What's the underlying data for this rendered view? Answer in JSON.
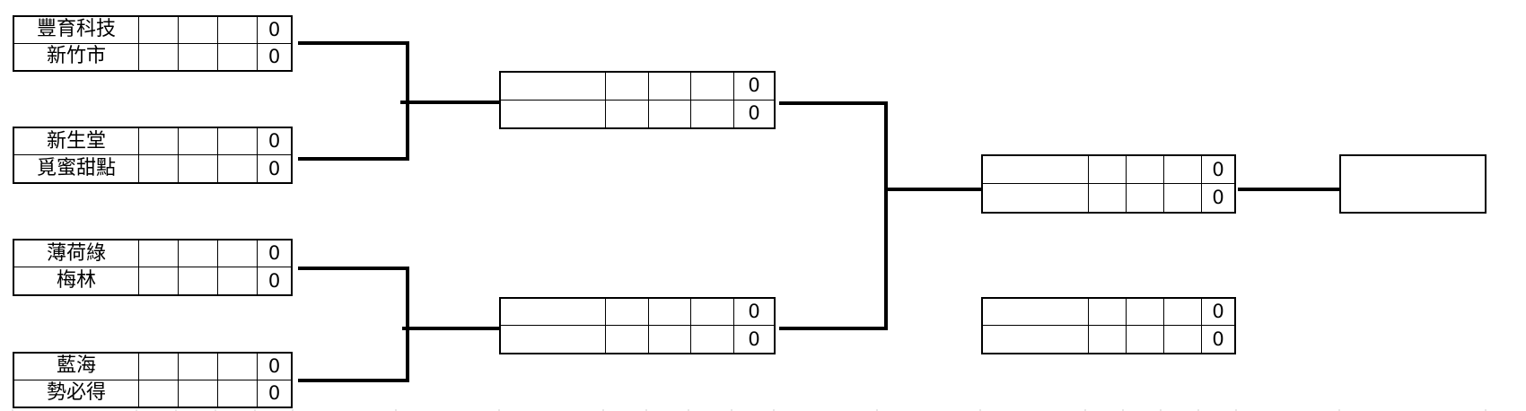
{
  "bracket": {
    "round1": [
      {
        "team1": "豐育科技",
        "score1": "0",
        "team2": "新竹市",
        "score2": "0"
      },
      {
        "team1": "新生堂",
        "score1": "0",
        "team2": "覓蜜甜點",
        "score2": "0"
      },
      {
        "team1": "薄荷綠",
        "score1": "0",
        "team2": "梅林",
        "score2": "0"
      },
      {
        "team1": "藍海",
        "score1": "0",
        "team2": "勢必得",
        "score2": "0"
      }
    ],
    "semifinals": [
      {
        "team1": "",
        "score1": "0",
        "team2": "",
        "score2": "0"
      },
      {
        "team1": "",
        "score1": "0",
        "team2": "",
        "score2": "0"
      }
    ],
    "final": {
      "team1": "",
      "score1": "0",
      "team2": "",
      "score2": "0"
    },
    "third_place": {
      "team1": "",
      "score1": "0",
      "team2": "",
      "score2": "0"
    },
    "champion": ""
  }
}
